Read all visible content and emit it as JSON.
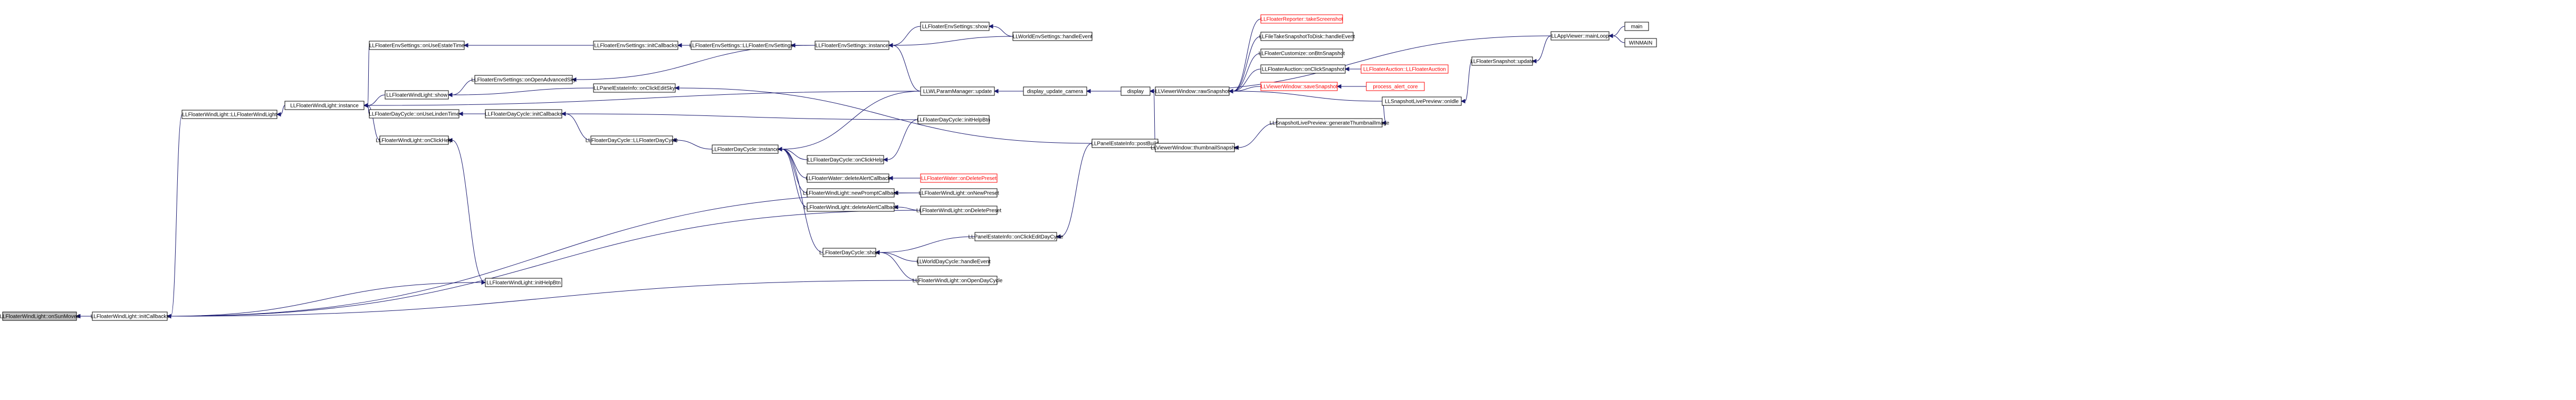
{
  "diagram": {
    "nodes": [
      {
        "id": "n0",
        "label": "LLFloaterWindLight::onSunMoved",
        "focus": true
      },
      {
        "id": "n1",
        "label": "LLFloaterWindLight::initCallbacks"
      },
      {
        "id": "n2",
        "label": "LLFloaterWindLight::LLFloaterWindLight"
      },
      {
        "id": "n3",
        "label": "LLFloaterWindLight::instance"
      },
      {
        "id": "n4",
        "label": "LLFloaterEnvSettings::onUseEstateTime"
      },
      {
        "id": "n5",
        "label": "LLFloaterWindLight::show"
      },
      {
        "id": "n6",
        "label": "LLFloaterDayCycle::onUseLindenTime"
      },
      {
        "id": "n7",
        "label": "LLFloaterWindLight::onClickHelp"
      },
      {
        "id": "n8",
        "label": "LLFloaterEnvSettings::initCallbacks"
      },
      {
        "id": "n9",
        "label": "LLFloaterEnvSettings::LLFloaterEnvSettings"
      },
      {
        "id": "n10",
        "label": "LLFloaterEnvSettings::instance"
      },
      {
        "id": "n11",
        "label": "LLFloaterEnvSettings::show"
      },
      {
        "id": "n12",
        "label": "LLWorldEnvSettings::handleEvent"
      },
      {
        "id": "n13",
        "label": "LLWLParamManager::update"
      },
      {
        "id": "n14",
        "label": "LLFloaterEnvSettings::onOpenAdvancedSky"
      },
      {
        "id": "n15",
        "label": "LLPanelEstateInfo::onClickEditSky"
      },
      {
        "id": "n16",
        "label": "LLFloaterDayCycle::initCallbacks"
      },
      {
        "id": "n17",
        "label": "LLFloaterDayCycle::LLFloaterDayCycle"
      },
      {
        "id": "n18",
        "label": "LLFloaterDayCycle::instance"
      },
      {
        "id": "n19",
        "label": "LLFloaterWindLight::initHelpBtn"
      },
      {
        "id": "n20",
        "label": "LLFloaterDayCycle::onClickHelp"
      },
      {
        "id": "n21",
        "label": "LLFloaterDayCycle::initHelpBtn"
      },
      {
        "id": "n22",
        "label": "LLFloaterWater::deleteAlertCallback"
      },
      {
        "id": "n23",
        "label": "LLFloaterWater::onDeletePreset",
        "red": true
      },
      {
        "id": "n24",
        "label": "LLFloaterWindLight::newPromptCallback"
      },
      {
        "id": "n25",
        "label": "LLFloaterWindLight::onNewPreset"
      },
      {
        "id": "n26",
        "label": "LLFloaterWindLight::deleteAlertCallback"
      },
      {
        "id": "n27",
        "label": "LLFloaterWindLight::onDeletePreset"
      },
      {
        "id": "n28",
        "label": "LLPanelEstateInfo::onClickEditDayCycle"
      },
      {
        "id": "n29",
        "label": "LLPanelEstateInfo::postBuild"
      },
      {
        "id": "n30",
        "label": "LLFloaterDayCycle::show"
      },
      {
        "id": "n31",
        "label": "LLWorldDayCycle::handleEvent"
      },
      {
        "id": "n32",
        "label": "LLFloaterWindLight::onOpenDayCycle"
      },
      {
        "id": "n33",
        "label": "display_update_camera"
      },
      {
        "id": "n34",
        "label": "display"
      },
      {
        "id": "n35",
        "label": "LLViewerWindow::rawSnapshot"
      },
      {
        "id": "n36",
        "label": "LLViewerWindow::thumbnailSnapshot"
      },
      {
        "id": "n37",
        "label": "LLFloaterReporter::takeScreenshot",
        "red": true
      },
      {
        "id": "n38",
        "label": "LLFileTakeSnapshotToDisk::handleEvent"
      },
      {
        "id": "n39",
        "label": "LLFloaterCustomize::onBtnSnapshot"
      },
      {
        "id": "n40",
        "label": "LLFloaterAuction::onClickSnapshot"
      },
      {
        "id": "n41",
        "label": "LLFloaterAuction::LLFloaterAuction",
        "red": true
      },
      {
        "id": "n42",
        "label": "LLViewerWindow::saveSnapshot",
        "red": true
      },
      {
        "id": "n43",
        "label": "process_alert_core",
        "red": true
      },
      {
        "id": "n44",
        "label": "LLSnapshotLivePreview::onIdle"
      },
      {
        "id": "n45",
        "label": "LLSnapshotLivePreview::generateThumbnailImage"
      },
      {
        "id": "n46",
        "label": "LLFloaterSnapshot::update"
      },
      {
        "id": "n47",
        "label": "LLAppViewer::mainLoop"
      },
      {
        "id": "n48",
        "label": "main"
      },
      {
        "id": "n49",
        "label": "WINMAIN"
      }
    ],
    "edges": [
      [
        "n1",
        "n0"
      ],
      [
        "n2",
        "n1"
      ],
      [
        "n3",
        "n2"
      ],
      [
        "n4",
        "n3"
      ],
      [
        "n5",
        "n3"
      ],
      [
        "n6",
        "n3"
      ],
      [
        "n7",
        "n3"
      ],
      [
        "n13",
        "n3"
      ],
      [
        "n8",
        "n4"
      ],
      [
        "n14",
        "n5"
      ],
      [
        "n15",
        "n5"
      ],
      [
        "n16",
        "n6"
      ],
      [
        "n19",
        "n7"
      ],
      [
        "n9",
        "n8"
      ],
      [
        "n10",
        "n9"
      ],
      [
        "n11",
        "n10"
      ],
      [
        "n12",
        "n10"
      ],
      [
        "n13",
        "n10"
      ],
      [
        "n12",
        "n11"
      ],
      [
        "n33",
        "n13"
      ],
      [
        "n10",
        "n14"
      ],
      [
        "n29",
        "n15"
      ],
      [
        "n17",
        "n16"
      ],
      [
        "n18",
        "n17"
      ],
      [
        "n13",
        "n18"
      ],
      [
        "n20",
        "n18"
      ],
      [
        "n22",
        "n18"
      ],
      [
        "n24",
        "n18"
      ],
      [
        "n26",
        "n18"
      ],
      [
        "n30",
        "n18"
      ],
      [
        "n1",
        "n19"
      ],
      [
        "n21",
        "n16"
      ],
      [
        "n21",
        "n20"
      ],
      [
        "n23",
        "n22"
      ],
      [
        "n25",
        "n24"
      ],
      [
        "n27",
        "n26"
      ],
      [
        "n28",
        "n30"
      ],
      [
        "n31",
        "n30"
      ],
      [
        "n32",
        "n30"
      ],
      [
        "n29",
        "n28"
      ],
      [
        "n25",
        "n1"
      ],
      [
        "n27",
        "n1"
      ],
      [
        "n32",
        "n1"
      ],
      [
        "n34",
        "n33"
      ],
      [
        "n35",
        "n34"
      ],
      [
        "n36",
        "n34"
      ],
      [
        "n47",
        "n34"
      ],
      [
        "n37",
        "n35"
      ],
      [
        "n38",
        "n35"
      ],
      [
        "n39",
        "n35"
      ],
      [
        "n40",
        "n35"
      ],
      [
        "n42",
        "n35"
      ],
      [
        "n44",
        "n35"
      ],
      [
        "n45",
        "n36"
      ],
      [
        "n41",
        "n40"
      ],
      [
        "n43",
        "n42"
      ],
      [
        "n46",
        "n44"
      ],
      [
        "n44",
        "n45"
      ],
      [
        "n47",
        "n46"
      ],
      [
        "n48",
        "n47"
      ],
      [
        "n49",
        "n47"
      ]
    ]
  }
}
